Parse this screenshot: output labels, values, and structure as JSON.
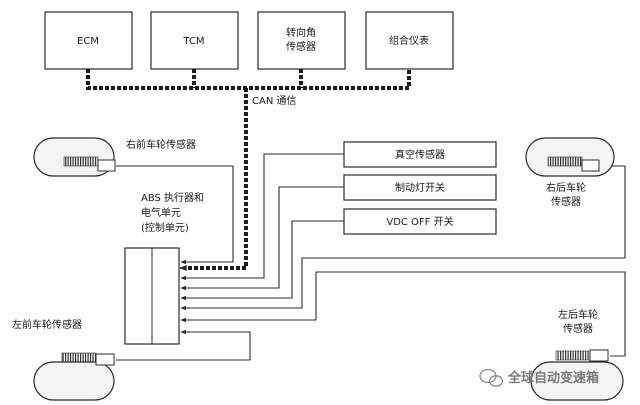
{
  "diagram": {
    "modules": {
      "ecm": "ECM",
      "tcm": "TCM",
      "steer_line1": "转向角",
      "steer_line2": "传感器",
      "cluster": "组合仪表"
    },
    "can_label": "CAN 通信",
    "abs_line1": "ABS 执行器和",
    "abs_line2": "电气单元",
    "abs_line3": "(控制单元)",
    "sensors": {
      "front_right": "右前车轮传感器",
      "front_left": "左前车轮传感器",
      "rear_right_line1": "右后车轮",
      "rear_right_line2": "传感器",
      "rear_left_line1": "左后车轮",
      "rear_left_line2": "传感器"
    },
    "switches": {
      "vacuum": "真空传感器",
      "brake_light": "制动灯开关",
      "vdc_off": "VDC OFF 开关"
    },
    "watermark": "全球自动变速箱",
    "colors": {
      "line": "#2b2b2b",
      "bus": "#1c1c1c",
      "wheel": "#f4f4f4"
    }
  }
}
